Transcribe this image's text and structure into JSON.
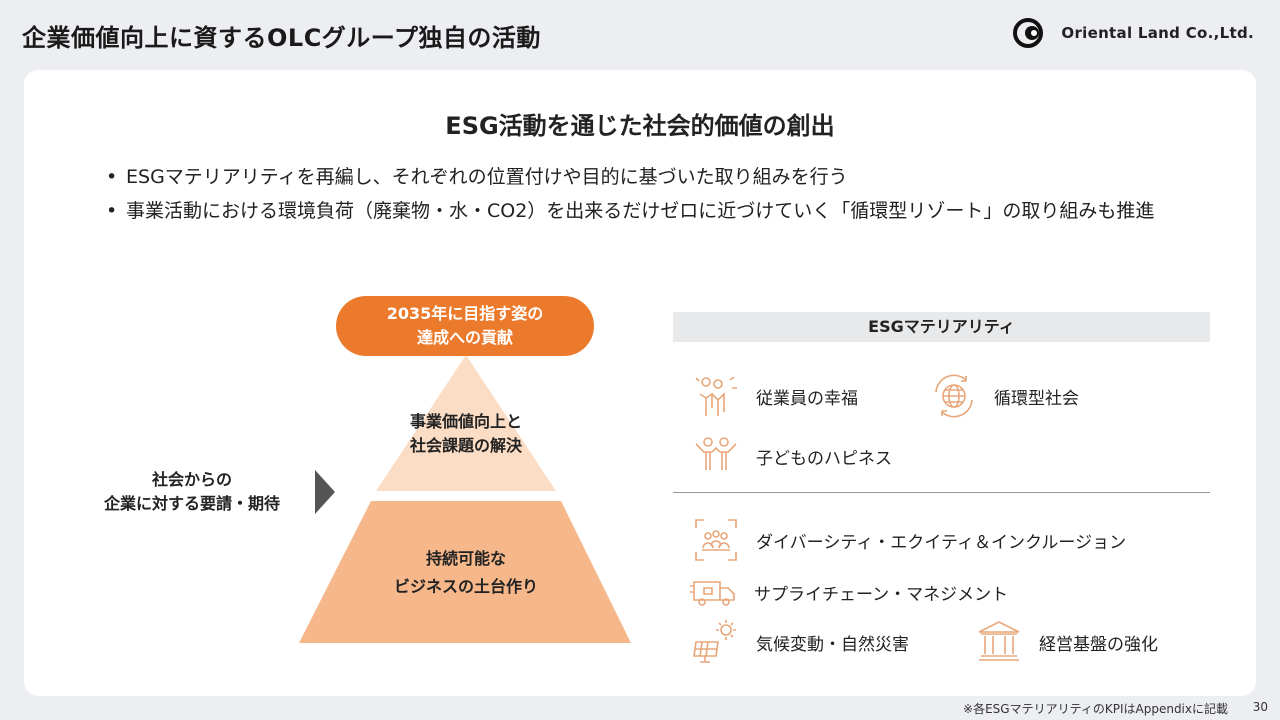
{
  "header": {
    "title": "企業価値向上に資するOLCグループ独自の活動",
    "logo_text": "Oriental Land Co.,Ltd."
  },
  "main": {
    "heading": "ESG活動を通じた社会的価値の創出",
    "bullets": [
      "ESGマテリアリティを再編し、それぞれの位置付けや目的に基づいた取り組みを行う",
      "事業活動における環境負荷（廃棄物・水・CO2）を出来るだけゼロに近づけていく「循環型リゾート」の取り組みも推進"
    ],
    "bullet_mark": "•"
  },
  "pyramid": {
    "pill_line1": "2035年に目指す姿の",
    "pill_line2": "達成への貢献",
    "top_line1": "事業価値向上と",
    "top_line2": "社会課題の解決",
    "bottom_line1": "持続可能な",
    "bottom_line2": "ビジネスの土台作り",
    "left_line1": "社会からの",
    "left_line2": "企業に対する要請・期待"
  },
  "materiality": {
    "header": "ESGマテリアリティ",
    "items": [
      {
        "label": "従業員の幸福",
        "icon": "employees-icon"
      },
      {
        "label": "循環型社会",
        "icon": "globe-recycle-icon"
      },
      {
        "label": "子どものハピネス",
        "icon": "children-icon"
      },
      {
        "label": "ダイバーシティ・エクイティ＆インクルージョン",
        "icon": "diversity-icon"
      },
      {
        "label": "サプライチェーン・マネジメント",
        "icon": "truck-icon"
      },
      {
        "label": "気候変動・自然災害",
        "icon": "solar-panel-icon"
      },
      {
        "label": "経営基盤の強化",
        "icon": "building-icon"
      }
    ]
  },
  "footer": {
    "note": "※各ESGマテリアリティのKPIはAppendixに記載",
    "page": "30"
  },
  "colors": {
    "accent": "#ec7a2c",
    "pyramid_top": "#fbdcc4",
    "pyramid_bottom": "#f6b88b",
    "icon": "#e8a77a"
  }
}
